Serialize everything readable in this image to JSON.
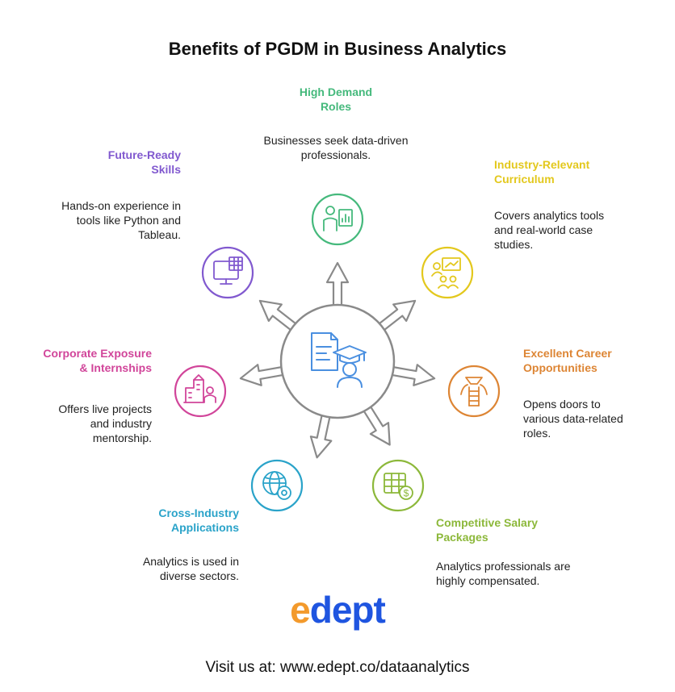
{
  "title": "Benefits of PGDM in Business Analytics",
  "benefits": [
    {
      "label": "High Demand Roles",
      "description": "Businesses seek data-driven professionals.",
      "color": "#45b97c",
      "icon": "presenter-chart-icon"
    },
    {
      "label": "Industry-Relevant Curriculum",
      "description": "Covers analytics tools and real-world case studies.",
      "color": "#e3c81d",
      "icon": "teaching-group-icon"
    },
    {
      "label": "Excellent Career Opportunities",
      "description": "Opens doors to various data-related roles.",
      "color": "#dd8534",
      "icon": "career-ladder-icon"
    },
    {
      "label": "Competitive Salary Packages",
      "description": "Analytics professionals are highly compensated.",
      "color": "#8cb83a",
      "icon": "salary-sheet-icon"
    },
    {
      "label": "Cross-Industry Applications",
      "description": "Analytics is used in diverse sectors.",
      "color": "#2aa3c9",
      "icon": "globe-gear-icon"
    },
    {
      "label": "Corporate Exposure & Internships",
      "description": "Offers live projects and industry mentorship.",
      "color": "#d1459a",
      "icon": "office-intern-icon"
    },
    {
      "label": "Future-Ready Skills",
      "description": "Hands-on experience in tools like Python and Tableau.",
      "color": "#8159cf",
      "icon": "computer-dashboard-icon"
    }
  ],
  "center": {
    "icon": "graduate-document-icon",
    "color": "#4a8fe0",
    "ring_color": "#8a8a8a"
  },
  "logo": {
    "accent": "e",
    "rest": "dept",
    "accent_color": "#f39a2c",
    "brand_color": "#1f55e0"
  },
  "footer": "Visit us at: www.edept.co/dataanalytics"
}
